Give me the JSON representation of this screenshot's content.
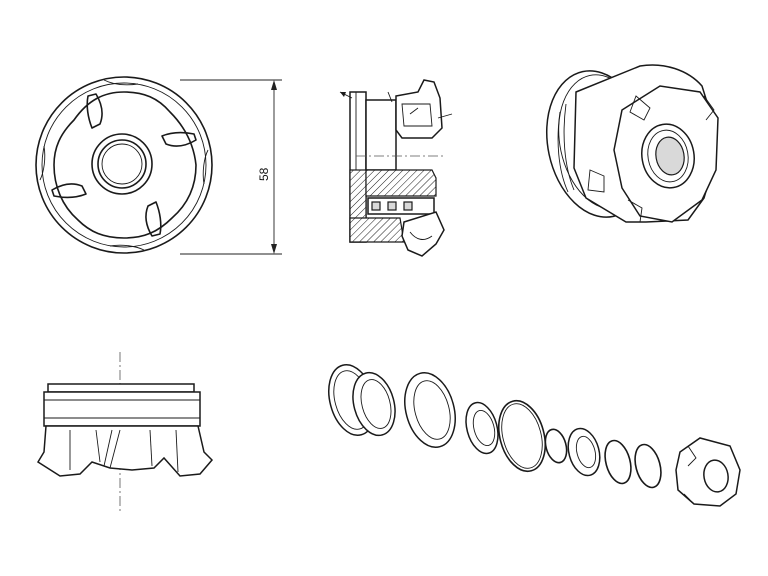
{
  "drawing": {
    "dimension_label": "58"
  },
  "views": [
    {
      "name": "front-view",
      "kind": "orthographic-front"
    },
    {
      "name": "section-view",
      "kind": "cross-section"
    },
    {
      "name": "isometric-view",
      "kind": "3d-render"
    },
    {
      "name": "side-view",
      "kind": "orthographic-side"
    },
    {
      "name": "exploded-view",
      "kind": "exploded-assembly"
    }
  ]
}
